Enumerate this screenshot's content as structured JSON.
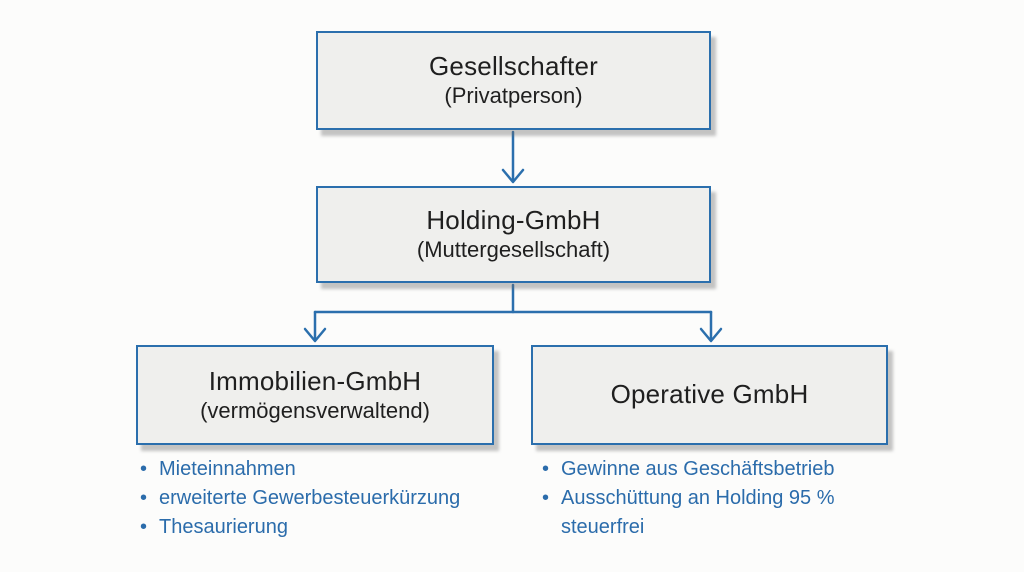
{
  "diagram": {
    "bullet_char": "•",
    "nodes": {
      "gesellschafter": {
        "title": "Gesellschafter",
        "subtitle": "(Privatperson)"
      },
      "holding": {
        "title": "Holding-GmbH",
        "subtitle": "(Muttergesellschaft)"
      },
      "immobilien": {
        "title": "Immobilien-GmbH",
        "subtitle": "(vermögensverwaltend)"
      },
      "operative": {
        "title": "Operative GmbH"
      }
    },
    "lists": {
      "immobilien": {
        "items": [
          "Mieteinnahmen",
          "erweiterte Gewerbesteuerkürzung",
          "Thesaurierung"
        ]
      },
      "operative": {
        "items": [
          "Gewinne aus Geschäftsbetrieb",
          "Ausschüttung an Holding 95 % steuerfrei"
        ]
      }
    },
    "colors": {
      "background": "#fcfcfb",
      "box_fill": "#efefed",
      "box_border": "#2b6fad",
      "connector": "#2b6fad",
      "heading_text": "#1f1f1f",
      "bullet_text": "#2b6cab",
      "shadow": "#8e8e8e"
    }
  }
}
